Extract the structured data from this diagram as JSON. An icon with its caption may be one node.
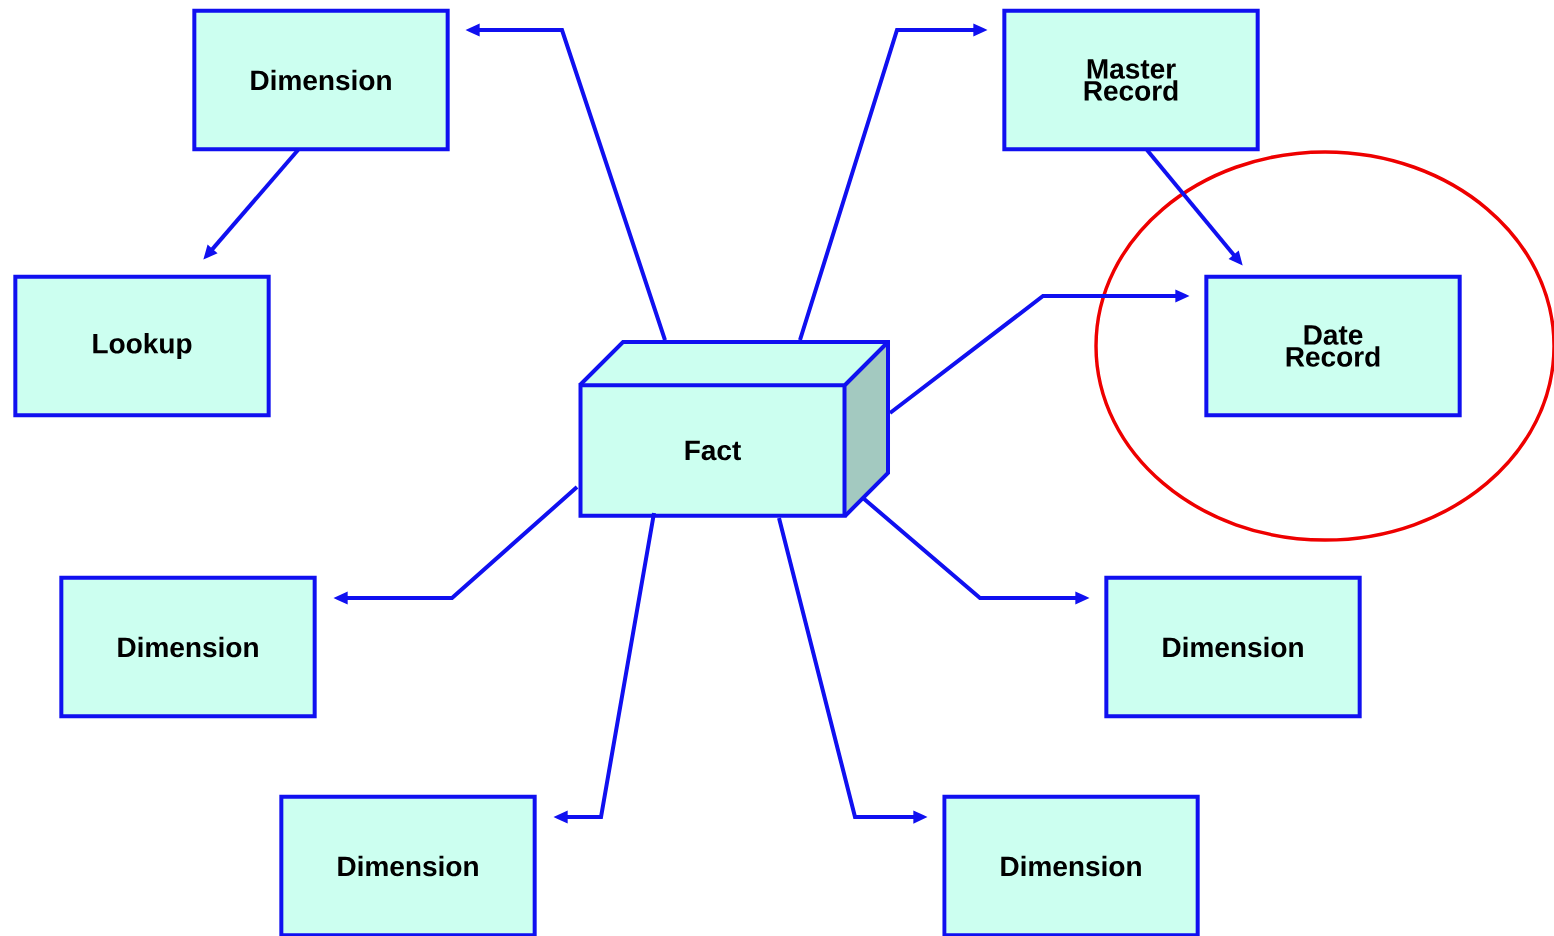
{
  "diagram": {
    "nodes": [
      {
        "text": [
          "Dimension"
        ]
      },
      {
        "text": [
          "Master Record"
        ]
      },
      {
        "text": [
          "Lookup"
        ]
      },
      {
        "text": [
          "Fact"
        ]
      },
      {
        "text": [
          "Date Record"
        ]
      },
      {
        "text": [
          "Dimension"
        ]
      },
      {
        "text": [
          "Dimension"
        ]
      },
      {
        "text": [
          "Dimension"
        ]
      },
      {
        "text": [
          "Dimension"
        ]
      }
    ],
    "edges": [
      {
        "from": 3,
        "to": 0,
        "arrow": "to"
      },
      {
        "from": 3,
        "to": 1,
        "arrow": "to"
      },
      {
        "from": 0,
        "to": 2,
        "arrow": "to"
      },
      {
        "from": 1,
        "to": 4,
        "arrow": "to"
      },
      {
        "from": 3,
        "to": 4,
        "arrow": "to"
      },
      {
        "from": 3,
        "to": 5,
        "arrow": "to"
      },
      {
        "from": 3,
        "to": 6,
        "arrow": "to"
      },
      {
        "from": 3,
        "to": 7,
        "arrow": "to"
      },
      {
        "from": 3,
        "to": 8,
        "arrow": "to"
      }
    ]
  }
}
